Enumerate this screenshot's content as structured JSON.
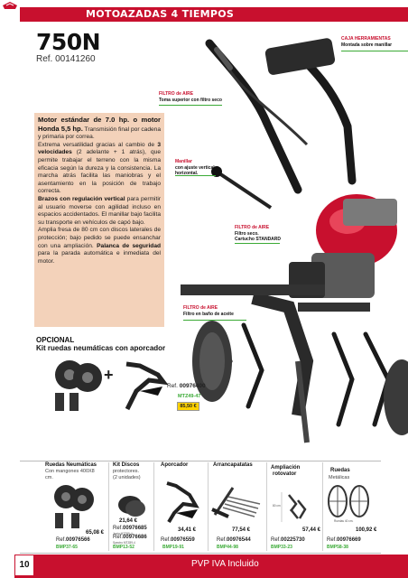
{
  "header": {
    "section_title": "MOTOAZADAS 4 TIEMPOS"
  },
  "product": {
    "model": "750N",
    "ref_label": "Ref. 00141260"
  },
  "callouts": {
    "caja": {
      "title": "CAJA HERRAMIENTAS",
      "desc": "Montada sobre manillar"
    },
    "filtro_aire_top": {
      "title": "FILTRO de AIRE",
      "desc": "Toma superior con filtro seco"
    },
    "manillar": {
      "title": "Manillar",
      "desc1": "con ajuste vertical y",
      "desc2": "horizontal."
    },
    "filtro_seco": {
      "title": "FILTRO de AIRE",
      "desc1": "Filtro seco.",
      "desc2": "Cartucho STANDARD"
    },
    "filtro_aceite": {
      "title": "FILTRO de AIRE",
      "desc": "Filtro en baño de aceite"
    }
  },
  "description": {
    "p1_bold": "Motor estándar de 7.0 hp. o motor Honda 5,5 hp.",
    "p1_rest": " Transmisión final por cadena y primaria por correa.",
    "p2_a": "Extrema versatilidad gracias al cambio de ",
    "p2_bold": "3 velocidades",
    "p2_b": " (2 adelante + 1 atrás), que permite trabajar el terreno con la misma eficacia según la dureza y la consistencia. La marcha atrás facilita las maniobras y el asentamiento en la posición de trabajo correcta.",
    "p3_bold": "Brazos con regulación vertical",
    "p3_rest": " para permitir al usuario moverse con agilidad incluso en espacios accidentados. El manillar bajo facilita su transporte en vehículos de capó bajo.",
    "p4_a": "Amplia fresa de 80 cm con discos laterales de protección; bajo pedido se puede ensanchar con una ampliación. ",
    "p4_bold": "Palanca de seguridad",
    "p4_b": " para la parada automática e inmediata del motor."
  },
  "optional": {
    "label": "OPCIONAL",
    "title": "Kit ruedas neumáticas con aporcador",
    "ref_prefix": "Ref. ",
    "ref_bold": "00976400",
    "code": "MTZ49-47",
    "price": "85,50 €"
  },
  "accessories": [
    {
      "title": "Ruedas Neumáticas",
      "sub1": "Con mangones 400X8",
      "sub2": "cm.",
      "price": "65,08 €",
      "ref_prefix": "Ref.",
      "ref": "00976566",
      "code": "BMP37-65"
    },
    {
      "title": "Kit Discos",
      "sub1": "protectores.",
      "sub2": "(2 unidades)",
      "price": "21,64 €",
      "ref_prefix": "Ref.",
      "ref": "00976685",
      "mini1": "Junta MTZ89-4",
      "ref2": "00976686",
      "mini2": "Spectro MTZ89-4",
      "code": "BMP13-52"
    },
    {
      "title": "Aporcador",
      "price": "34,41 €",
      "ref_prefix": "Ref.",
      "ref": "00976559",
      "code": "BMP19-91"
    },
    {
      "title": "Arrancapatatas",
      "price": "77,54 €",
      "ref_prefix": "Ref.",
      "ref": "00976544",
      "code": "BMP44-98"
    },
    {
      "title1": "Ampliación",
      "title2": "rotovator",
      "price": "57,44 €",
      "ref_prefix": "Ref.",
      "ref": "00225730",
      "code": "BMP33-23",
      "mini1": "80 cm"
    },
    {
      "title": "Ruedas",
      "sub1": "Metálicas",
      "price": "100,92 €",
      "ref_prefix": "Ref.",
      "ref": "00976669",
      "code": "BMP58-38",
      "mini1": "Ruedas 40 cm."
    }
  ],
  "footer": {
    "page": "10",
    "text": "PVP IVA Incluido"
  },
  "colors": {
    "brand_red": "#c8102e",
    "accent_green": "#3aaa35",
    "desc_bg": "#f3d2ba",
    "price_yellow": "#ffd200"
  }
}
